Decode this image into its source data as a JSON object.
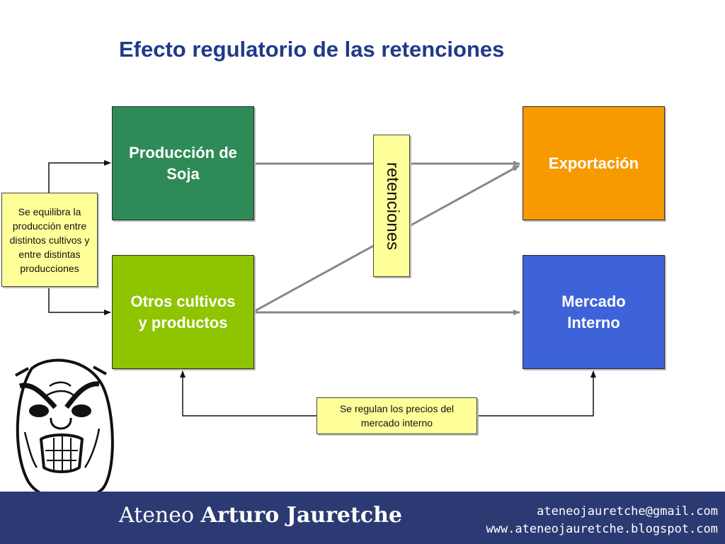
{
  "title": "Efecto regulatorio de las retenciones",
  "boxes": {
    "soja": "Producción de\nSoja",
    "otros": "Otros cultivos\ny productos",
    "exportacion": "Exportación",
    "mercado": "Mercado\nInterno"
  },
  "colors": {
    "soja": "#2e8b57",
    "otros": "#8fc400",
    "exportacion": "#f79a00",
    "mercado": "#3e63d8",
    "note": "#ffff99",
    "title": "#1f3a8a",
    "footer": "#2c3a73"
  },
  "retenciones": "retenciones",
  "notes": {
    "left": "Se equilibra la producción entre distintos cultivos y entre distintas producciones",
    "bottom": "Se regulan los precios del mercado interno"
  },
  "footer": {
    "brand_light": "Ateneo",
    "brand_bold": "Arturo Jauretche",
    "email": "ateneojauretche@gmail.com",
    "web": "www.ateneojauretche.blogspot.com"
  }
}
